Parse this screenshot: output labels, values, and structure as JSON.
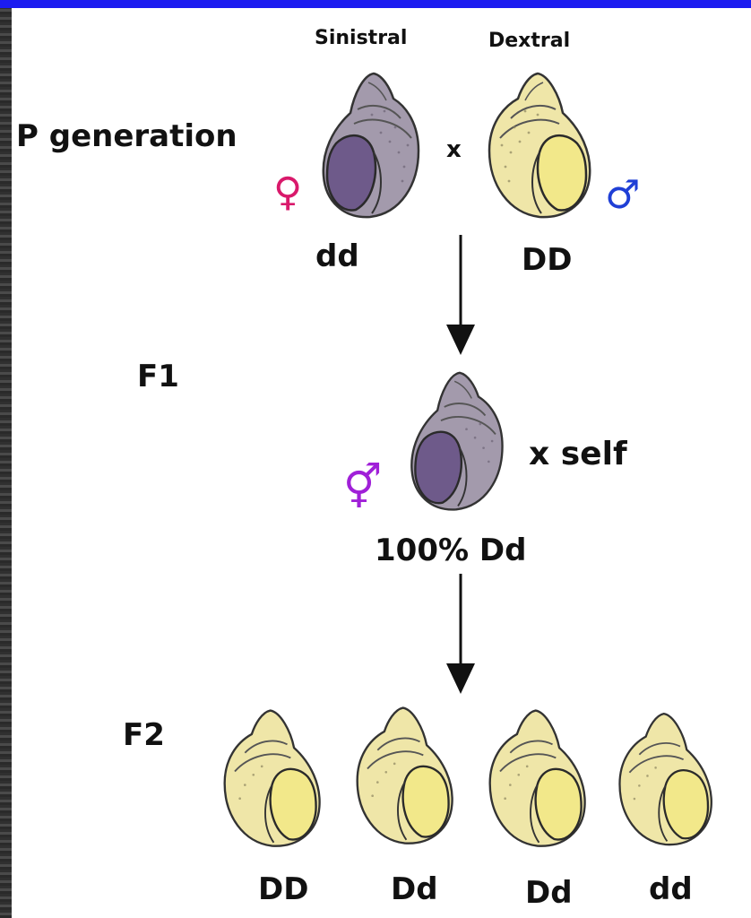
{
  "title_sinistral": "Sinistral",
  "title_dextral": "Dextral",
  "row_labels": {
    "p": "P generation",
    "f1": "F1",
    "f2": "F2"
  },
  "cross": {
    "times": "x",
    "female_genotype": "dd",
    "male_genotype": "DD",
    "female_symbol": "♀",
    "male_symbol": "♂"
  },
  "f1": {
    "self_cross": "x self",
    "hermaphrodite_symbol": "⚥",
    "genotype": "100% Dd"
  },
  "f2": {
    "genotypes": [
      "DD",
      "Dd",
      "Dd",
      "dd"
    ]
  },
  "colors": {
    "top_bar": "#1c1cf0",
    "sinistral_shell": "#a39aac",
    "sinistral_aperture": "#6e5a8a",
    "dextral_shell": "#efe6a8",
    "dextral_aperture": "#f2e88a",
    "female_symbol": "#d9196b",
    "male_symbol": "#1f3fd6",
    "hermaphrodite_symbol": "#a020d8"
  }
}
